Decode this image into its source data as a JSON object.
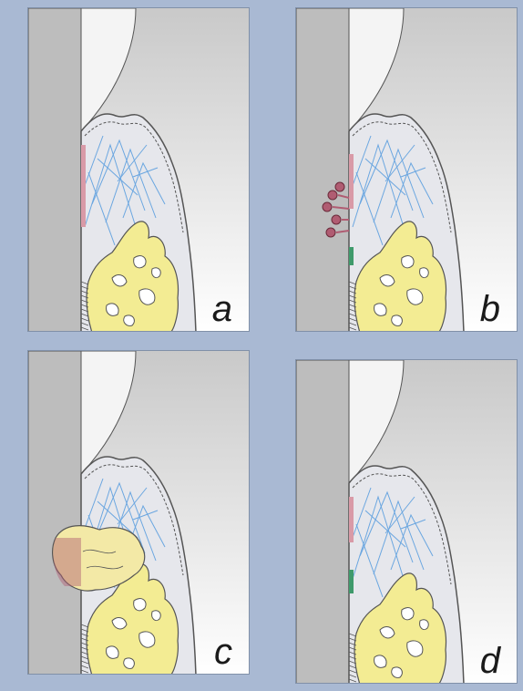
{
  "panels": [
    {
      "label": "a",
      "lesion": "none"
    },
    {
      "label": "b",
      "lesion": "nodules"
    },
    {
      "label": "c",
      "lesion": "mass"
    },
    {
      "label": "d",
      "lesion": "none"
    }
  ],
  "colors": {
    "background": "#a9b9d3",
    "tooth_gray": "#bdbdbd",
    "enamel_gray": "#d0d0d0",
    "gingiva": "#e6e7ec",
    "bone_yellow": "#f3ec93",
    "fiber_blue": "#6aa6e0",
    "epithelium_pink": "#d99aa7",
    "lesion_red": "#b05c72",
    "junction_green": "#3f9a6b",
    "outline": "#555555"
  }
}
